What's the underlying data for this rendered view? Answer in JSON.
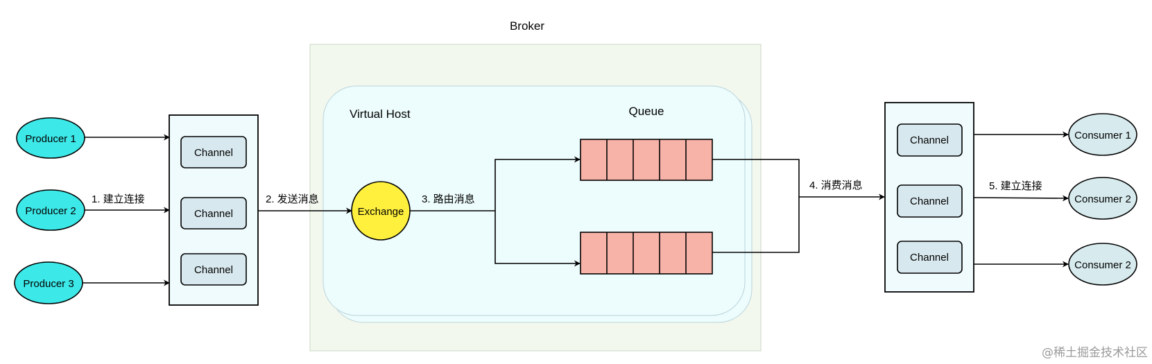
{
  "broker": {
    "title": "Broker"
  },
  "virtual_host": {
    "title": "Virtual Host"
  },
  "queue": {
    "title": "Queue"
  },
  "producers": [
    {
      "label": "Producer 1"
    },
    {
      "label": "Producer 2"
    },
    {
      "label": "Producer 3"
    }
  ],
  "producer_channels": [
    {
      "label": "Channel"
    },
    {
      "label": "Channel"
    },
    {
      "label": "Channel"
    }
  ],
  "exchange": {
    "label": "Exchange"
  },
  "consumer_channels": [
    {
      "label": "Channel"
    },
    {
      "label": "Channel"
    },
    {
      "label": "Channel"
    }
  ],
  "consumers": [
    {
      "label": "Consumer 1"
    },
    {
      "label": "Consumer 2"
    },
    {
      "label": "Consumer 2"
    }
  ],
  "steps": {
    "step1": "1. 建立连接",
    "step2": "2. 发送消息",
    "step3": "3. 路由消息",
    "step4": "4. 消费消息",
    "step5": "5. 建立连接"
  },
  "watermark": "@稀土掘金技术社区",
  "colors": {
    "producer": "#3de8e8",
    "exchange": "#fff03d",
    "queue_cell": "#f8b3a9",
    "consumer": "#d7ebee",
    "channel": "#d7e8ee",
    "channel_group": "#effbfd",
    "broker": "#f3f8ef",
    "virtual_host": "#edfcfc"
  }
}
